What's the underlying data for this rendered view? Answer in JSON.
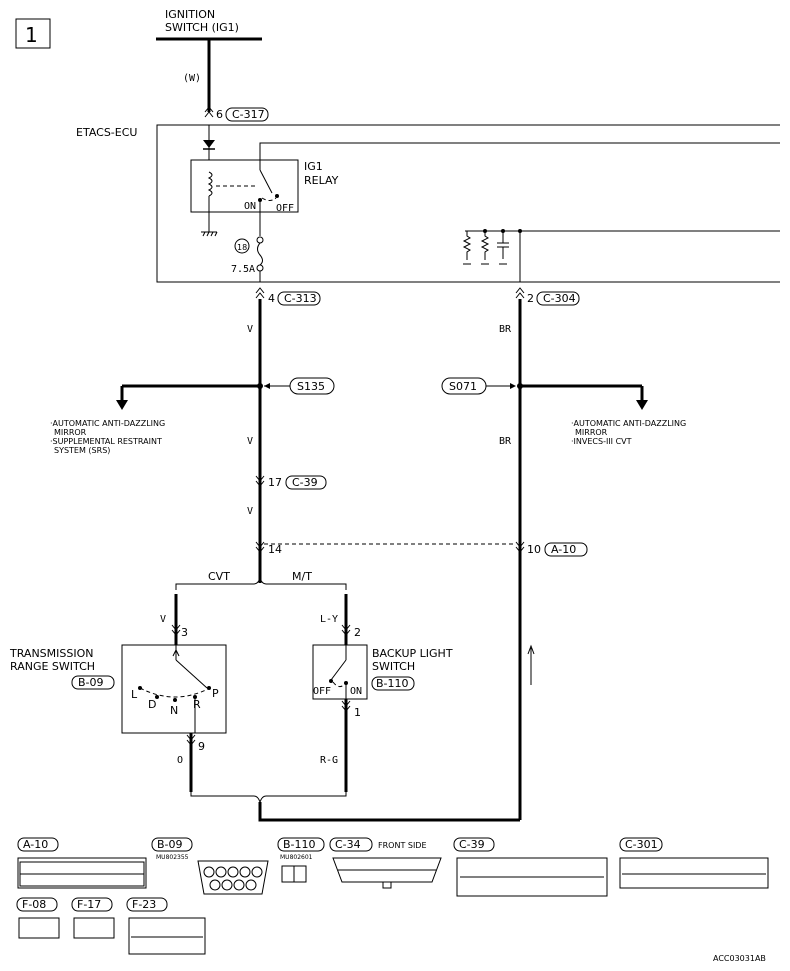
{
  "diagram_number": "1",
  "ignition_switch": {
    "line1": "IGNITION",
    "line2": "SWITCH (IG1)"
  },
  "wire_colors": {
    "top": "(W)",
    "v1": "V",
    "v2": "V",
    "v3": "V",
    "br1": "BR",
    "br2": "BR",
    "cvt_v": "V",
    "mt_ly": "L-Y",
    "o": "O",
    "rg": "R-G"
  },
  "etacs": {
    "label": "ETACS-ECU"
  },
  "relay": {
    "line1": "IG1",
    "line2": "RELAY",
    "on": "ON",
    "off": "OFF"
  },
  "fuse": {
    "number": "18",
    "rating": "7.5A"
  },
  "connectors": {
    "c317": {
      "pin": "6",
      "name": "C-317"
    },
    "c313": {
      "pin": "4",
      "name": "C-313"
    },
    "c304": {
      "pin": "2",
      "name": "C-304"
    },
    "c39": {
      "pin": "17",
      "name": "C-39"
    },
    "a10": {
      "pin": "10",
      "name": "A-10"
    },
    "pin14": "14"
  },
  "splices": {
    "s135": "S135",
    "s071": "S071"
  },
  "branch_left": {
    "line1": "·AUTOMATIC ANTI-DAZZLING",
    "line2": "MIRROR",
    "line3": "·SUPPLEMENTAL RESTRAINT",
    "line4": "SYSTEM (SRS)"
  },
  "branch_right": {
    "line1": "·AUTOMATIC ANTI-DAZZLING",
    "line2": "MIRROR",
    "line3": "·INVECS-III CVT"
  },
  "variants": {
    "cvt": "CVT",
    "mt": "M/T"
  },
  "trs": {
    "line1": "TRANSMISSION",
    "line2": "RANGE SWITCH",
    "connector": "B-09",
    "pin_top": "3",
    "pin_bottom": "9",
    "positions": [
      "L",
      "D",
      "N",
      "R",
      "P"
    ]
  },
  "bls": {
    "line1": "BACKUP LIGHT",
    "line2": "SWITCH",
    "connector": "B-110",
    "pin_top": "2",
    "pin_bottom": "1",
    "off": "OFF",
    "on": "ON"
  },
  "connector_views": {
    "a10": "A-10",
    "b09": "B-09",
    "b09_part": "MU802355",
    "b110": "B-110",
    "b110_part": "MU802601",
    "c34": "C-34",
    "c34_note": "FRONT SIDE",
    "c39": "C-39",
    "c301": "C-301",
    "f08": "F-08",
    "f17": "F-17",
    "f23": "F-23"
  },
  "footer_code": "ACC03031AB"
}
